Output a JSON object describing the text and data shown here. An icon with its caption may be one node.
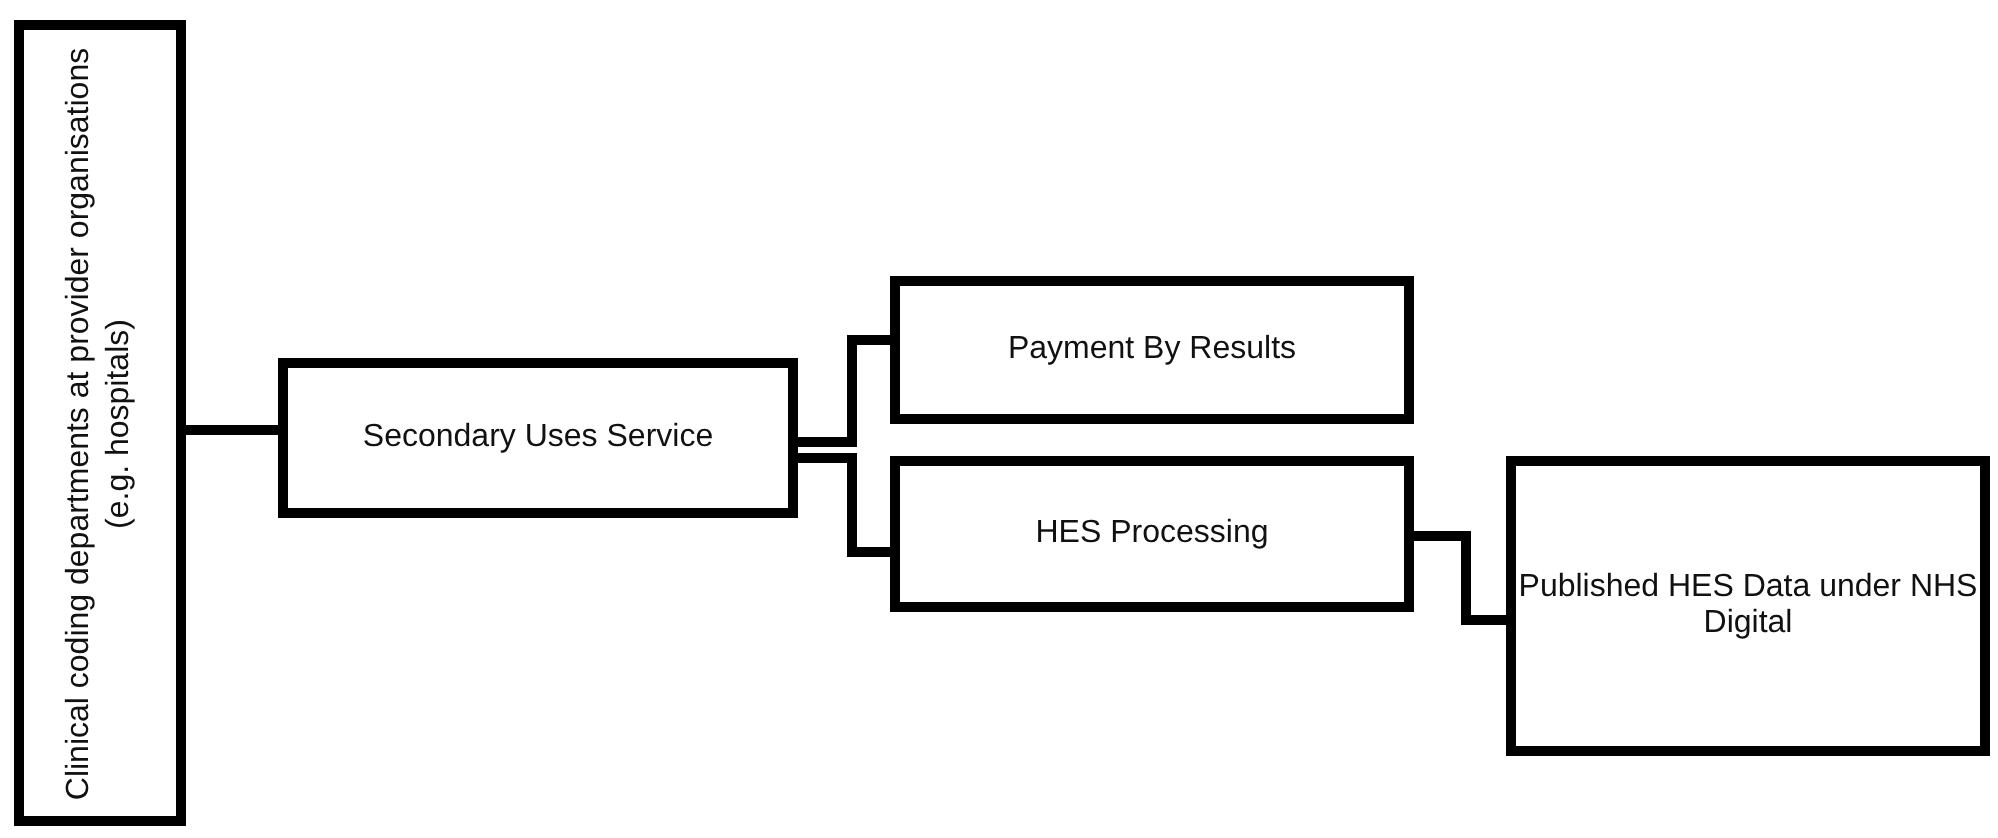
{
  "diagram": {
    "nodes": [
      {
        "text": [
          "Clinical coding departments at provider organisations (e.g. hospitals)"
        ]
      },
      {
        "text": [
          "Secondary Uses Service"
        ]
      },
      {
        "text": [
          "Payment By Results"
        ]
      },
      {
        "text": [
          "HES Processing"
        ]
      },
      {
        "text": [
          "Published HES Data under NHS Digital"
        ]
      }
    ],
    "edges": [
      {
        "from": 0,
        "to": 1,
        "arrow": "none"
      },
      {
        "from": 1,
        "to": 2,
        "arrow": "none"
      },
      {
        "from": 1,
        "to": 3,
        "arrow": "none"
      },
      {
        "from": 3,
        "to": 4,
        "arrow": "none"
      }
    ]
  }
}
